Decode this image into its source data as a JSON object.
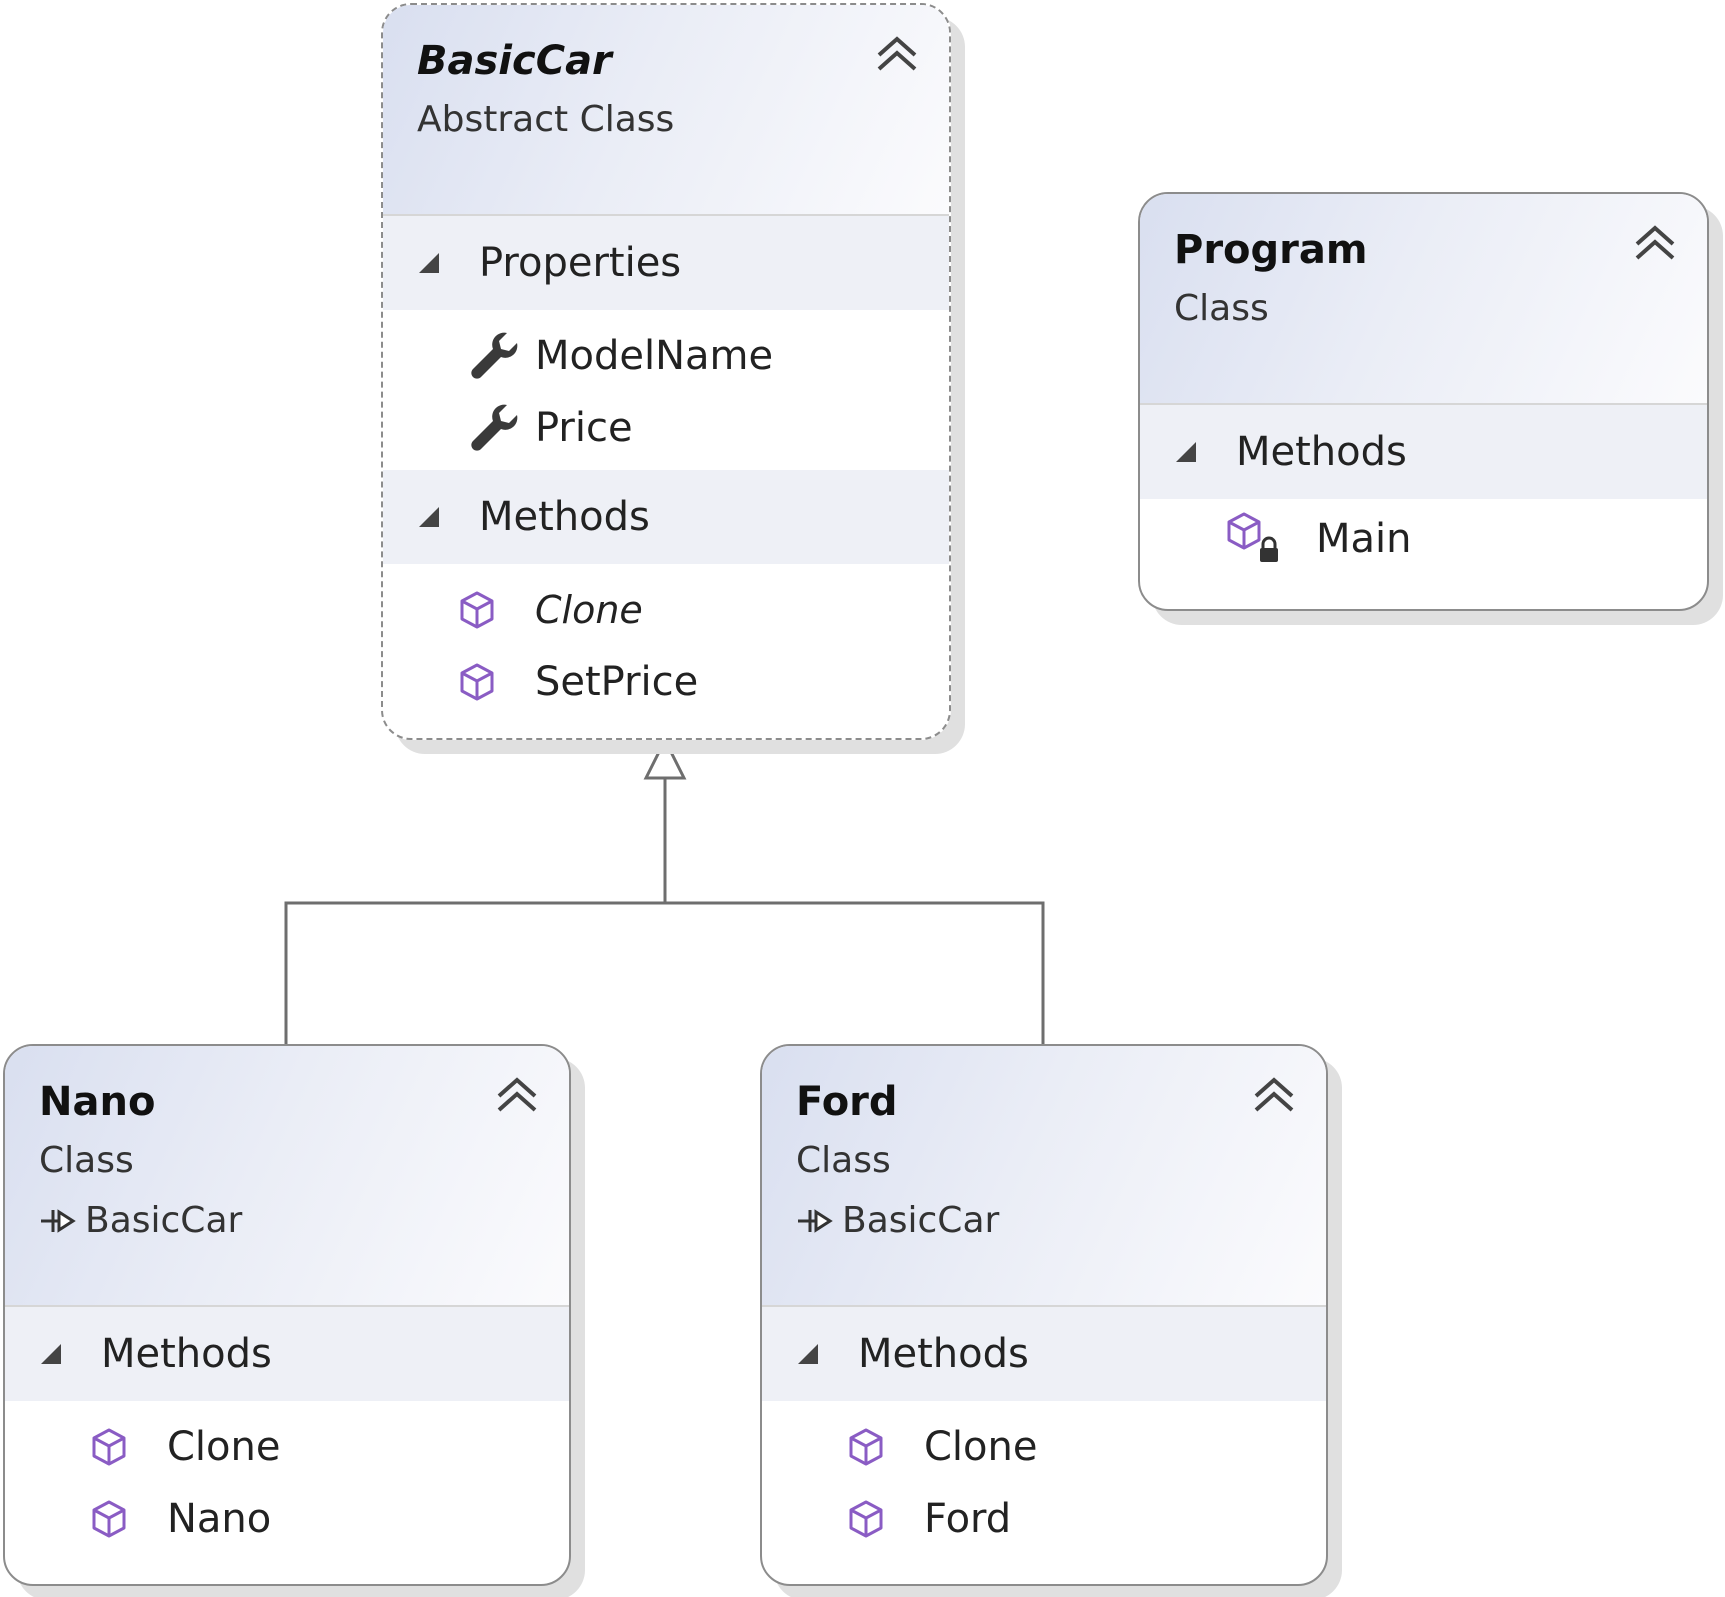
{
  "classes": {
    "basiccar": {
      "name": "BasicCar",
      "type": "Abstract Class",
      "sections": [
        {
          "label": "Properties",
          "members": [
            "ModelName",
            "Price"
          ]
        },
        {
          "label": "Methods",
          "members": [
            "Clone",
            "SetPrice"
          ]
        }
      ]
    },
    "program": {
      "name": "Program",
      "type": "Class",
      "sections": [
        {
          "label": "Methods",
          "members": [
            "Main"
          ]
        }
      ]
    },
    "nano": {
      "name": "Nano",
      "type": "Class",
      "base": "BasicCar",
      "sections": [
        {
          "label": "Methods",
          "members": [
            "Clone",
            "Nano"
          ]
        }
      ]
    },
    "ford": {
      "name": "Ford",
      "type": "Class",
      "base": "BasicCar",
      "sections": [
        {
          "label": "Methods",
          "members": [
            "Clone",
            "Ford"
          ]
        }
      ]
    }
  },
  "colors": {
    "border": "#8c8c8c",
    "method_icon": "#8a5cc4",
    "connector": "#6e6e6e"
  }
}
